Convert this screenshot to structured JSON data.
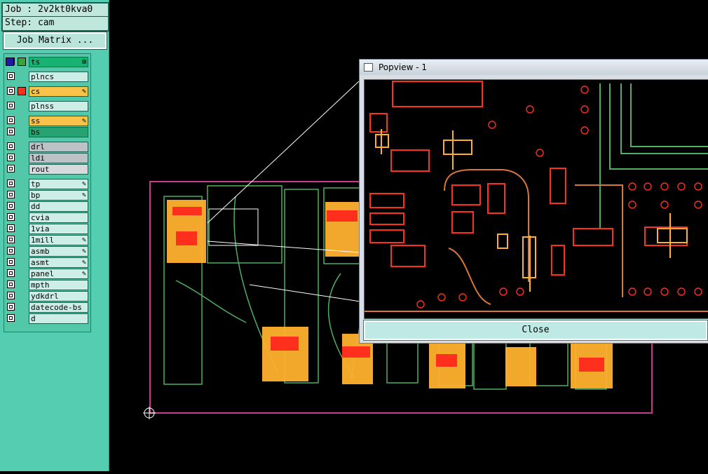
{
  "job": {
    "label": "Job : 2v2kt0kva0",
    "step": "Step: cam"
  },
  "job_matrix_button": "Job Matrix ...",
  "layers": [
    {
      "name": "ts",
      "state": "on",
      "style": "green",
      "swatch1": "#1d1aa7",
      "swatch2": "#3aa33c",
      "edit": "⊞"
    },
    {
      "name": "plncs",
      "state": "off",
      "style": "",
      "edit": ""
    },
    {
      "name": "cs",
      "state": "off",
      "style": "orange",
      "swatch2": "#ff2f1d",
      "edit": "✎"
    },
    {
      "name": "plnss",
      "state": "off",
      "style": "",
      "edit": ""
    },
    {
      "name": "ss",
      "state": "off",
      "style": "orange",
      "edit": "✎"
    },
    {
      "name": "bs",
      "state": "off",
      "style": "greenblue",
      "edit": ""
    },
    {
      "name": "drl",
      "state": "off",
      "style": "grey",
      "edit": ""
    },
    {
      "name": "ldi",
      "state": "off",
      "style": "grey",
      "edit": ""
    },
    {
      "name": "rout",
      "state": "off",
      "style": "lightgrey",
      "edit": ""
    },
    {
      "name": "tp",
      "state": "off",
      "style": "",
      "edit": "✎"
    },
    {
      "name": "bp",
      "state": "off",
      "style": "",
      "edit": "✎"
    },
    {
      "name": "dd",
      "state": "off",
      "style": "",
      "edit": ""
    },
    {
      "name": "cvia",
      "state": "off",
      "style": "",
      "edit": ""
    },
    {
      "name": "1via",
      "state": "off",
      "style": "",
      "edit": ""
    },
    {
      "name": "1mill",
      "state": "off",
      "style": "",
      "edit": "✎"
    },
    {
      "name": "asmb",
      "state": "off",
      "style": "",
      "edit": "✎"
    },
    {
      "name": "asmt",
      "state": "off",
      "style": "",
      "edit": "✎"
    },
    {
      "name": "panel",
      "state": "off",
      "style": "",
      "edit": "✎"
    },
    {
      "name": "mpth",
      "state": "off",
      "style": "",
      "edit": ""
    },
    {
      "name": "ydkdrl",
      "state": "off",
      "style": "",
      "edit": ""
    },
    {
      "name": "datecode-bs",
      "state": "off",
      "style": "",
      "edit": ""
    },
    {
      "name": "d",
      "state": "off",
      "style": "",
      "edit": ""
    }
  ],
  "popup": {
    "title": "Popview - 1",
    "close_label": "Close"
  },
  "colors": {
    "sidebar": "#54cdb0",
    "canvas": "#000000",
    "copper_red": "#ff2f1d",
    "copper_orange": "#ffb12e",
    "trace_green": "#4faf61"
  }
}
